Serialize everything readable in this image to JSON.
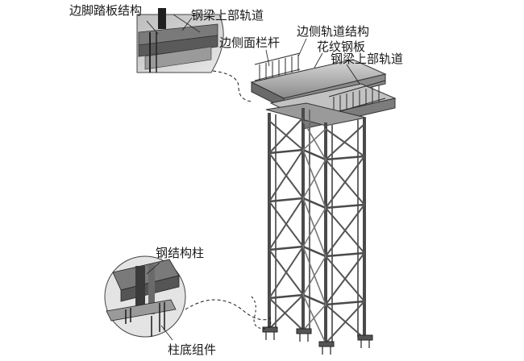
{
  "labels": {
    "side_walkway": "边脚踏板结构",
    "beam_top_rail_detail": "钢梁上部轨道",
    "side_railing": "边侧面栏杆",
    "side_rail_structure": "边侧轨道结构",
    "checker_plate": "花纹钢板",
    "beam_top_rail": "钢梁上部轨道",
    "steel_column": "钢结构柱",
    "column_base": "柱底组件"
  },
  "colors": {
    "steel": "#6b6b6b",
    "steel_dark": "#3a3a3a",
    "steel_light": "#c8c8c8",
    "leader": "#1a1a1a"
  }
}
